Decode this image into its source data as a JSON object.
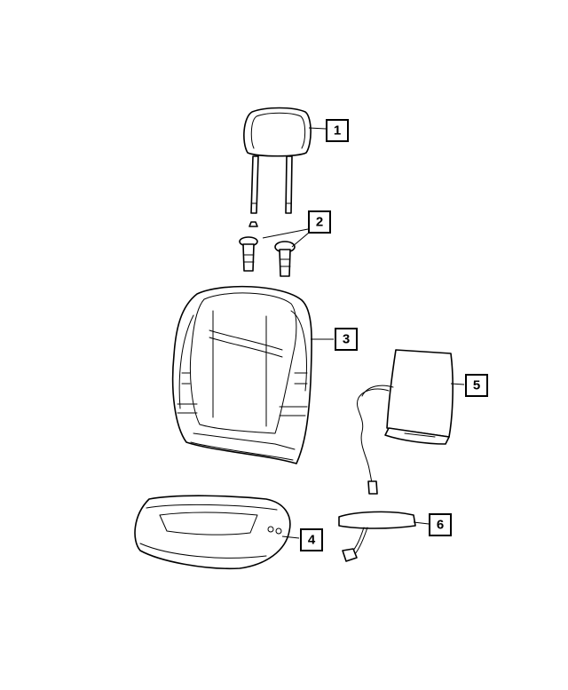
{
  "callouts": [
    {
      "id": "callout-1",
      "label": "1",
      "part": "headrest"
    },
    {
      "id": "callout-2",
      "label": "2",
      "part": "headrest-guide-sleeves"
    },
    {
      "id": "callout-3",
      "label": "3",
      "part": "seat-back-cover"
    },
    {
      "id": "callout-4",
      "label": "4",
      "part": "seat-cushion-cover"
    },
    {
      "id": "callout-5",
      "label": "5",
      "part": "seat-back-heater-element"
    },
    {
      "id": "callout-6",
      "label": "6",
      "part": "seat-cushion-heater-element"
    }
  ],
  "colors": {
    "line": "#000000",
    "background": "#ffffff"
  }
}
